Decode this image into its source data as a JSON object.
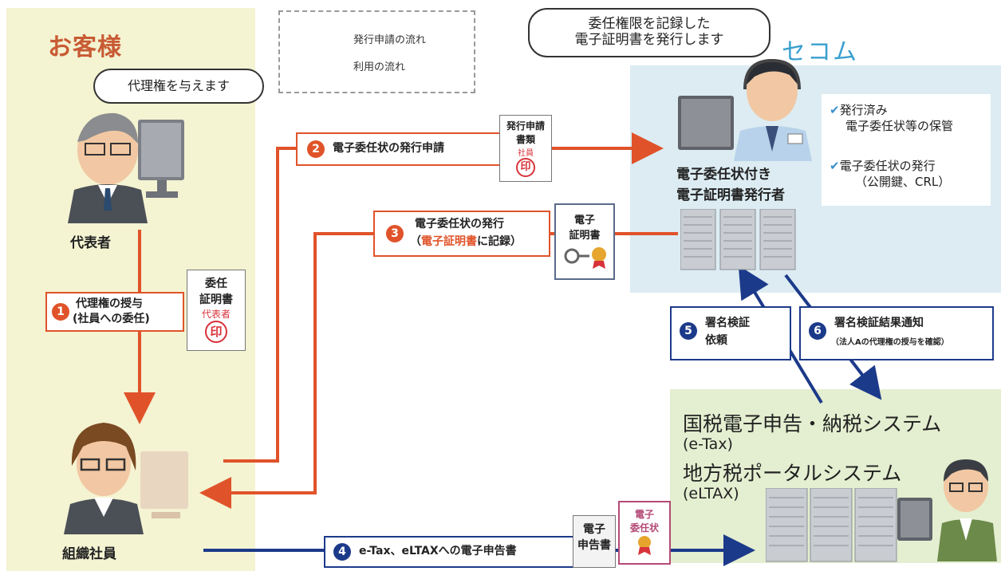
{
  "customer": {
    "title": "お客様",
    "bubble": "代理権を与えます",
    "representative": "代表者",
    "employee": "組織社員"
  },
  "secom": {
    "title": "セコム",
    "bubble_line1": "委任権限を記録した",
    "bubble_line2": "電子証明書を発行します",
    "issuer_line1": "電子委任状付き",
    "issuer_line2": "電子証明書発行者",
    "service1_line1": "発行済み",
    "service1_line2": "電子委任状等の保管",
    "service2_line1": "電子委任状の発行",
    "service2_line2": "（公開鍵、CRL）"
  },
  "legend": {
    "apply_flow": "発行申請の流れ",
    "use_flow": "利用の流れ"
  },
  "steps": {
    "s1": {
      "num": "1",
      "line1": "代理権の授与",
      "line2": "(社員への委任)"
    },
    "s2": {
      "num": "2",
      "text": "電子委任状の発行申請"
    },
    "s3": {
      "num": "3",
      "line1": "電子委任状の発行",
      "open": "（",
      "highlight": "電子証明書",
      "rest": "に記録）"
    },
    "s4": {
      "num": "4",
      "text": "e-Tax、eLTAXへの電子申告書"
    },
    "s5": {
      "num": "5",
      "line1": "署名検証",
      "line2": "依頼"
    },
    "s6": {
      "num": "6",
      "line1": "署名検証結果通知",
      "line2": "（法人Aの代理権の授与を確認）"
    }
  },
  "documents": {
    "delegation_cert": {
      "line1": "委任",
      "line2": "証明書",
      "role": "代表者",
      "seal": "印"
    },
    "application": {
      "line1": "発行申請",
      "line2": "書類",
      "role": "社員",
      "seal": "印"
    },
    "e_cert": {
      "line1": "電子",
      "line2": "証明書"
    },
    "e_filing": {
      "line1": "電子",
      "line2": "申告書"
    },
    "e_delegation": {
      "line1": "電子",
      "line2": "委任状"
    }
  },
  "government": {
    "line1": "国税電子申告・納税システム",
    "line2": "(e-Tax)",
    "line3": "地方税ポータルシステム",
    "line4": "(eLTAX)"
  },
  "colors": {
    "apply": "#e0532a",
    "use": "#1c3a8a",
    "customer_bg": "#f4f3d2",
    "secom_bg": "#dcecf2",
    "gov_bg": "#e4eed0"
  }
}
